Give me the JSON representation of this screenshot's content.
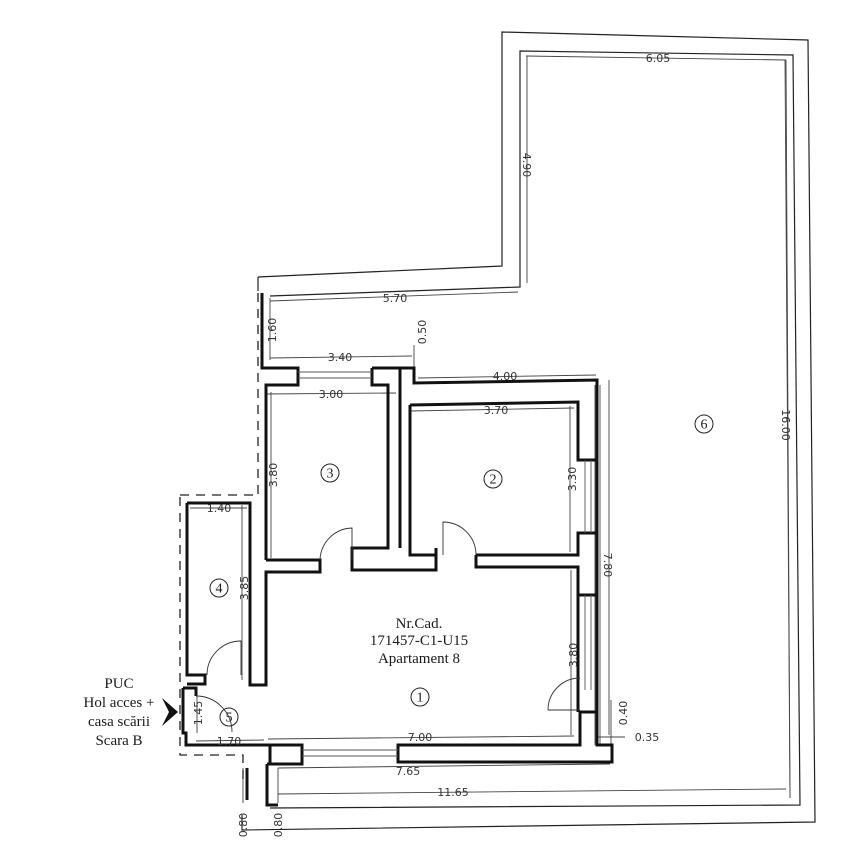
{
  "plan": {
    "cadastral_label": {
      "line1": "Nr.Cad.",
      "line2": "171457-C1-U15",
      "line3": "Apartament 8"
    },
    "access_label": {
      "line1": "PUC",
      "line2": "Hol acces +",
      "line3": "casa scării",
      "line4": "Scara B"
    },
    "rooms": [
      {
        "number": "1"
      },
      {
        "number": "2"
      },
      {
        "number": "3"
      },
      {
        "number": "4"
      },
      {
        "number": "5"
      },
      {
        "number": "6"
      }
    ],
    "dimensions": {
      "terrace_width": "6.05",
      "terrace_upper_height": "4.90",
      "terrace_total_height": "16.00",
      "terrace_left_width": "5.70",
      "corridor_height": "1.60",
      "room3_outer_width": "3.40",
      "step_height": "0.50",
      "room2_outer_width": "4.00",
      "room3_width": "3.00",
      "room2_width": "3.70",
      "room3_height": "3.80",
      "room2_height": "3.30",
      "east_wall_height": "7.80",
      "room4_width": "1.40",
      "room4_height": "3.85",
      "room1_height": "3.80",
      "room1_width": "7.00",
      "room5_height": "1.45",
      "room5_width": "1.70",
      "pier_height": "0.40",
      "pier_offset": "0.35",
      "balcony_width": "7.65",
      "terrace_bottom_width": "11.65",
      "balcony_depth_a": "0.80",
      "balcony_depth_b": "0.80"
    }
  }
}
